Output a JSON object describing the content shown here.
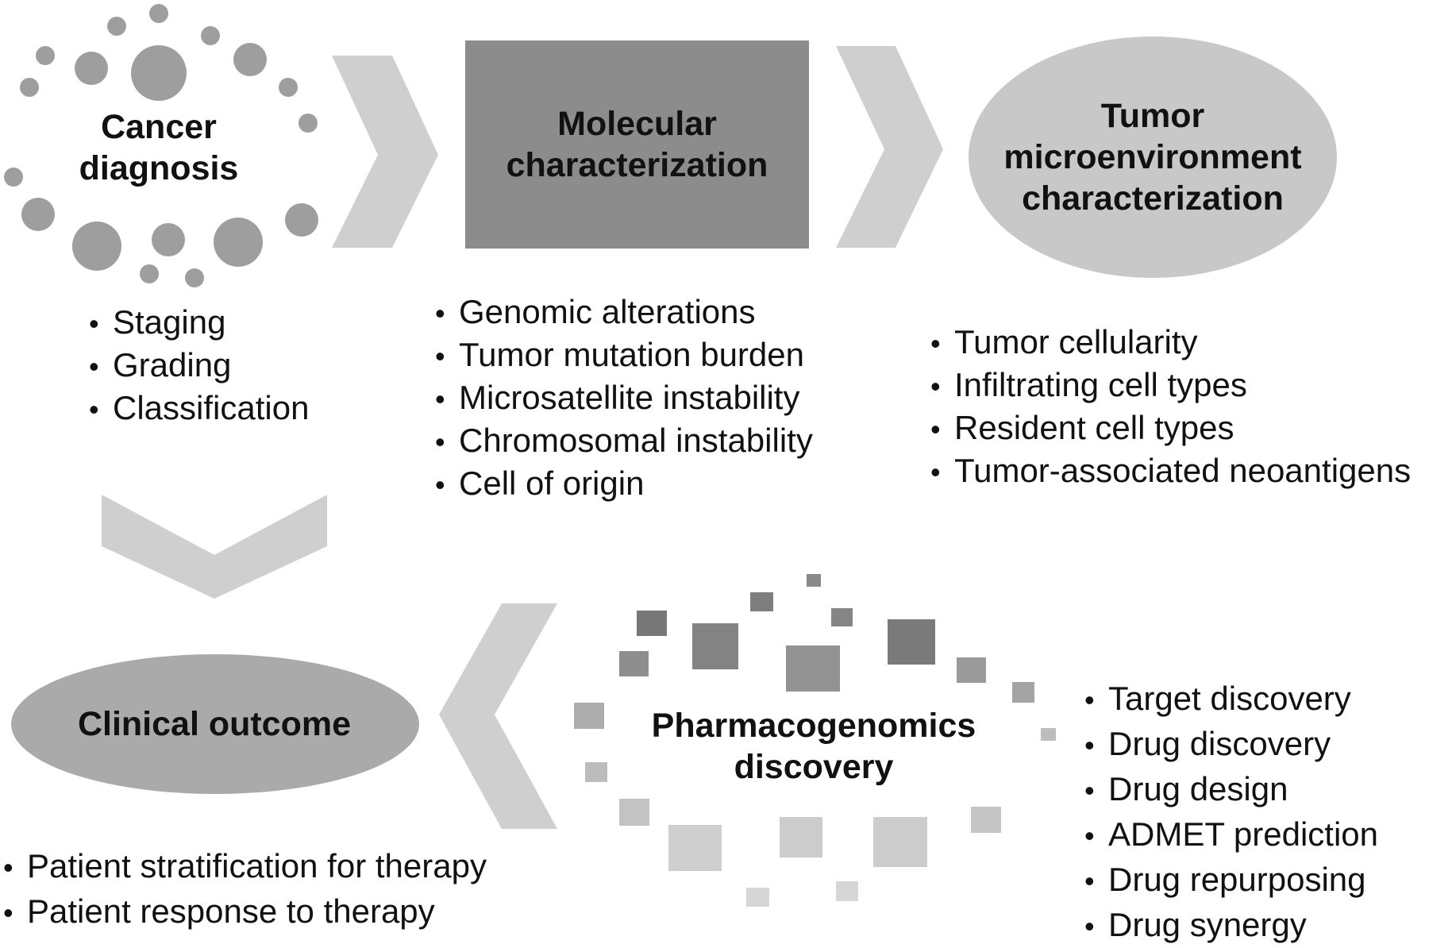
{
  "nodes": {
    "cancer_diagnosis": {
      "title_lines": [
        "Cancer",
        "diagnosis"
      ],
      "items": [
        "Staging",
        "Grading",
        "Classification"
      ]
    },
    "molecular_characterization": {
      "title_lines": [
        "Molecular",
        "characterization"
      ],
      "items": [
        "Genomic alterations",
        "Tumor mutation burden",
        "Microsatellite instability",
        "Chromosomal instability",
        "Cell of origin"
      ]
    },
    "tumor_microenvironment": {
      "title_lines": [
        "Tumor",
        "microenvironment",
        "characterization"
      ],
      "items": [
        "Tumor cellularity",
        "Infiltrating cell types",
        "Resident cell types",
        "Tumor-associated neoantigens"
      ]
    },
    "pharmacogenomics": {
      "title_lines": [
        "Pharmacogenomics",
        "discovery"
      ],
      "items": [
        "Target discovery",
        "Drug discovery",
        "Drug design",
        "ADMET prediction",
        "Drug repurposing",
        "Drug synergy"
      ]
    },
    "clinical_outcome": {
      "title_lines": [
        "Clinical outcome"
      ],
      "items": [
        "Patient stratification for therapy",
        "Patient response to therapy"
      ]
    }
  },
  "colors": {
    "arrow": "#cfcfcf",
    "box": "#8c8c8c",
    "ellipse": "#c8c8c8",
    "circle": "#9e9e9e",
    "text": "#111111"
  }
}
